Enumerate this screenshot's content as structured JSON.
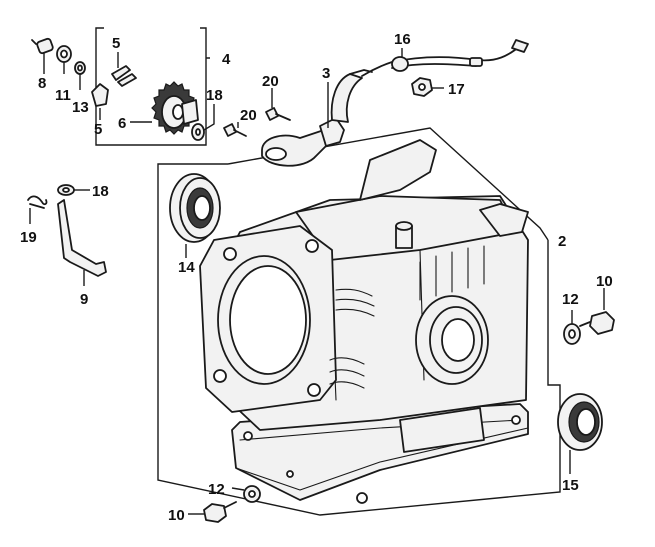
{
  "diagram": {
    "callouts": [
      {
        "id": "c8",
        "label": "8"
      },
      {
        "id": "c11",
        "label": "11"
      },
      {
        "id": "c13",
        "label": "13"
      },
      {
        "id": "c5a",
        "label": "5"
      },
      {
        "id": "c5b",
        "label": "5"
      },
      {
        "id": "c4",
        "label": "4"
      },
      {
        "id": "c6",
        "label": "6"
      },
      {
        "id": "c18a",
        "label": "18"
      },
      {
        "id": "c20a",
        "label": "20"
      },
      {
        "id": "c20b",
        "label": "20"
      },
      {
        "id": "c3",
        "label": "3"
      },
      {
        "id": "c16",
        "label": "16"
      },
      {
        "id": "c17",
        "label": "17"
      },
      {
        "id": "c18b",
        "label": "18"
      },
      {
        "id": "c19",
        "label": "19"
      },
      {
        "id": "c9",
        "label": "9"
      },
      {
        "id": "c14",
        "label": "14"
      },
      {
        "id": "c2",
        "label": "2"
      },
      {
        "id": "c12a",
        "label": "12"
      },
      {
        "id": "c10a",
        "label": "10"
      },
      {
        "id": "c15",
        "label": "15"
      },
      {
        "id": "c12b",
        "label": "12"
      },
      {
        "id": "c10b",
        "label": "10"
      }
    ]
  }
}
